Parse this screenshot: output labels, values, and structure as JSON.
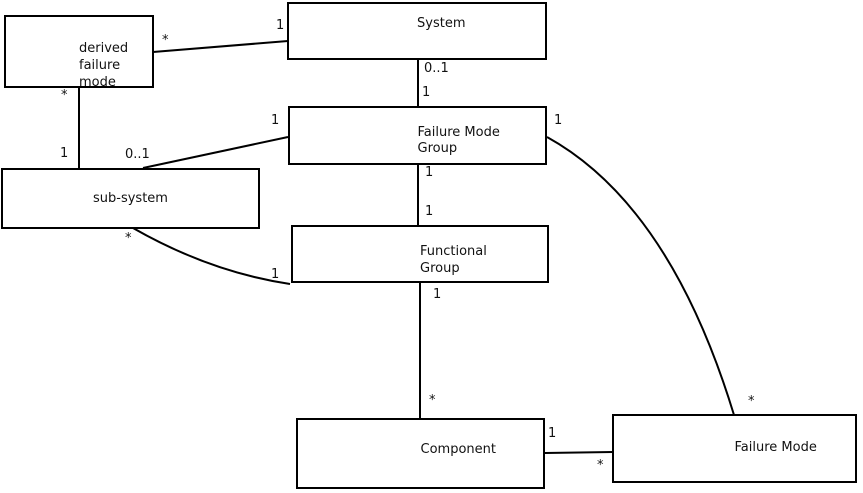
{
  "diagram": {
    "boxes": [
      {
        "id": "derived-failure-mode",
        "label": "derived\nfailure\nmode"
      },
      {
        "id": "system",
        "label": "System"
      },
      {
        "id": "failure-mode-group",
        "label": "Failure Mode\nGroup"
      },
      {
        "id": "sub-system",
        "label": "sub-system"
      },
      {
        "id": "functional-group",
        "label": "Functional\nGroup"
      },
      {
        "id": "component",
        "label": "Component"
      },
      {
        "id": "failure-mode",
        "label": "Failure Mode"
      }
    ],
    "connections": [
      {
        "from": "derived failure mode",
        "to": "System",
        "from_label": "*",
        "to_label": "1"
      },
      {
        "from": "derived failure mode",
        "to": "sub-system",
        "from_label": "*",
        "to_label": "1"
      },
      {
        "from": "Failure Mode Group",
        "to": "sub-system",
        "from_label": "1",
        "to_label": "0..1"
      },
      {
        "from": "System",
        "to": "Failure Mode Group",
        "from_label": "0..1",
        "to_label": "1"
      },
      {
        "from": "Failure Mode Group",
        "to": "Functional Group",
        "from_label": "1",
        "to_label": "1"
      },
      {
        "from": "Functional Group",
        "to": "Component",
        "from_label": "1",
        "to_label": "*"
      },
      {
        "from": "sub-system",
        "to": "Functional Group",
        "from_label": "*",
        "to_label": "1"
      },
      {
        "from": "Failure Mode Group",
        "to": "Failure Mode",
        "from_label": "1",
        "to_label": "*"
      },
      {
        "from": "Component",
        "to": "Failure Mode",
        "from_label": "1",
        "to_label": "*"
      }
    ]
  },
  "colors": {
    "line": "#000000",
    "background": "#ffffff",
    "text": "#111111"
  }
}
